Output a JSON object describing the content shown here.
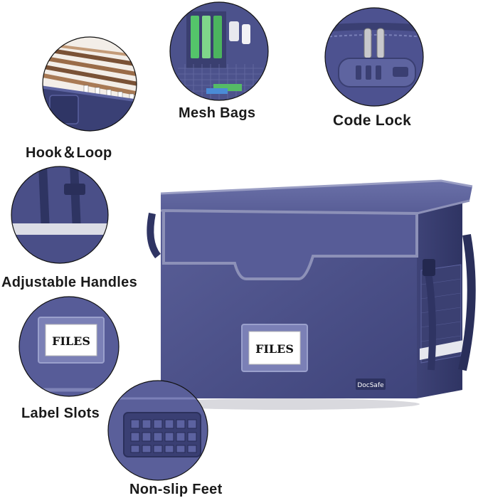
{
  "features": {
    "hook_loop": "Hook＆Loop",
    "mesh_bags": "Mesh Bags",
    "code_lock": "Code Lock",
    "adjustable_handles": "Adjustable Handles",
    "label_slots": "Label Slots",
    "non_slip_feet": "Non-slip Feet"
  },
  "product": {
    "front_label": "FILES",
    "brand": "DocSafe"
  },
  "inset": {
    "label_text": "FILES"
  },
  "colors": {
    "navy": "#4a4f86",
    "navy_dark": "#2f3463",
    "navy_light": "#6a70a8",
    "trim": "#8d91b8",
    "reflective": "#e6e7ee"
  }
}
